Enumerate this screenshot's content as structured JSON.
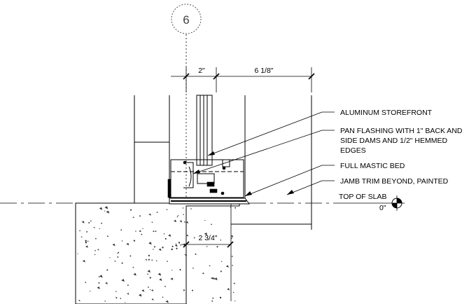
{
  "detail": {
    "bubble_number": "6"
  },
  "dimensions": {
    "top_left": "2\"",
    "top_right": "6 1/8\"",
    "bottom": "2 3/4\""
  },
  "callouts": {
    "storefront": "ALUMINUM STOREFRONT",
    "pan_line1": "PAN FLASHING WITH 1\" BACK AND",
    "pan_line2": "SIDE DAMS AND 1/2\" HEMMED",
    "pan_line3": "EDGES",
    "mastic": "FULL MASTIC BED",
    "jamb": "JAMB TRIM BEYOND, PAINTED"
  },
  "elevation": {
    "label": "TOP OF SLAB",
    "value": "0\""
  },
  "colors": {
    "line": "#000000",
    "aggregate": "#333333"
  }
}
